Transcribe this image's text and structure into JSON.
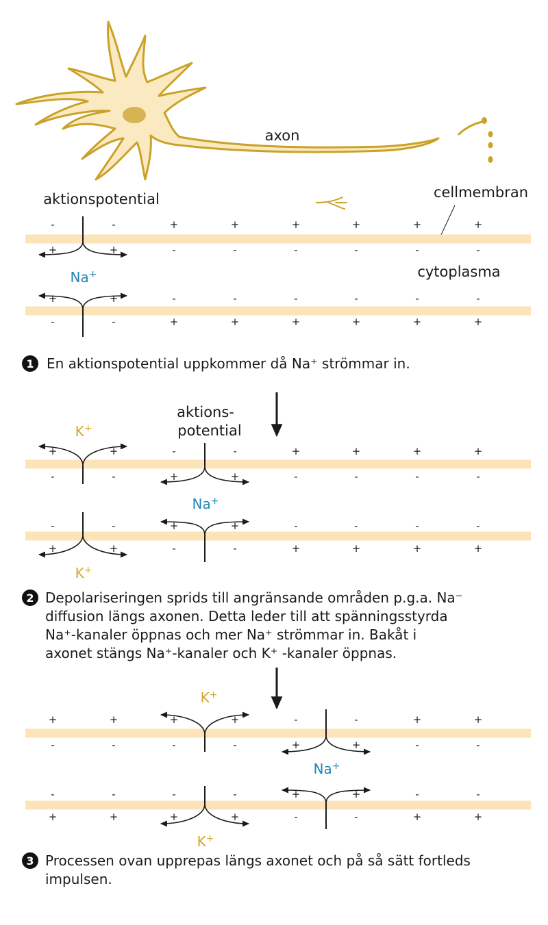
{
  "colors": {
    "membrane": "#fce3b8",
    "neuron_fill": "#fbe9c1",
    "neuron_stroke": "#c9a227",
    "nucleus": "#d7b354",
    "na": "#2585b8",
    "k": "#d4a72a",
    "line": "#1a1a1a"
  },
  "top_labels": {
    "axon": "axon",
    "cellmembran": "cellmembran",
    "cytoplasma": "cytoplasma"
  },
  "symbols": {
    "plus": "+",
    "minus": "-"
  },
  "ions": {
    "na_base": "Na",
    "k_base": "K",
    "charge": "+"
  },
  "panel1": {
    "action_label": "aktionspotential",
    "step": "1",
    "caption": "En aktionspotential uppkommer då Na⁺ strömmar in."
  },
  "panel2": {
    "action_label_line1": "aktions-",
    "action_label_line2": "potential",
    "step": "2",
    "caption_lines": [
      "Depolariseringen sprids till angränsande områden p.g.a. Na⁻",
      "diffusion längs axonen. Detta leder till att spänningsstyrda",
      "Na⁺-kanaler öppnas och mer Na⁺ strömmar in. Bakåt i",
      "axonet stängs Na⁺-kanaler och K⁺ -kanaler öppnas."
    ]
  },
  "panel3": {
    "step": "3",
    "caption_lines": [
      "Processen ovan upprepas längs axonet och på så sätt fortleds",
      "impulsen."
    ]
  }
}
